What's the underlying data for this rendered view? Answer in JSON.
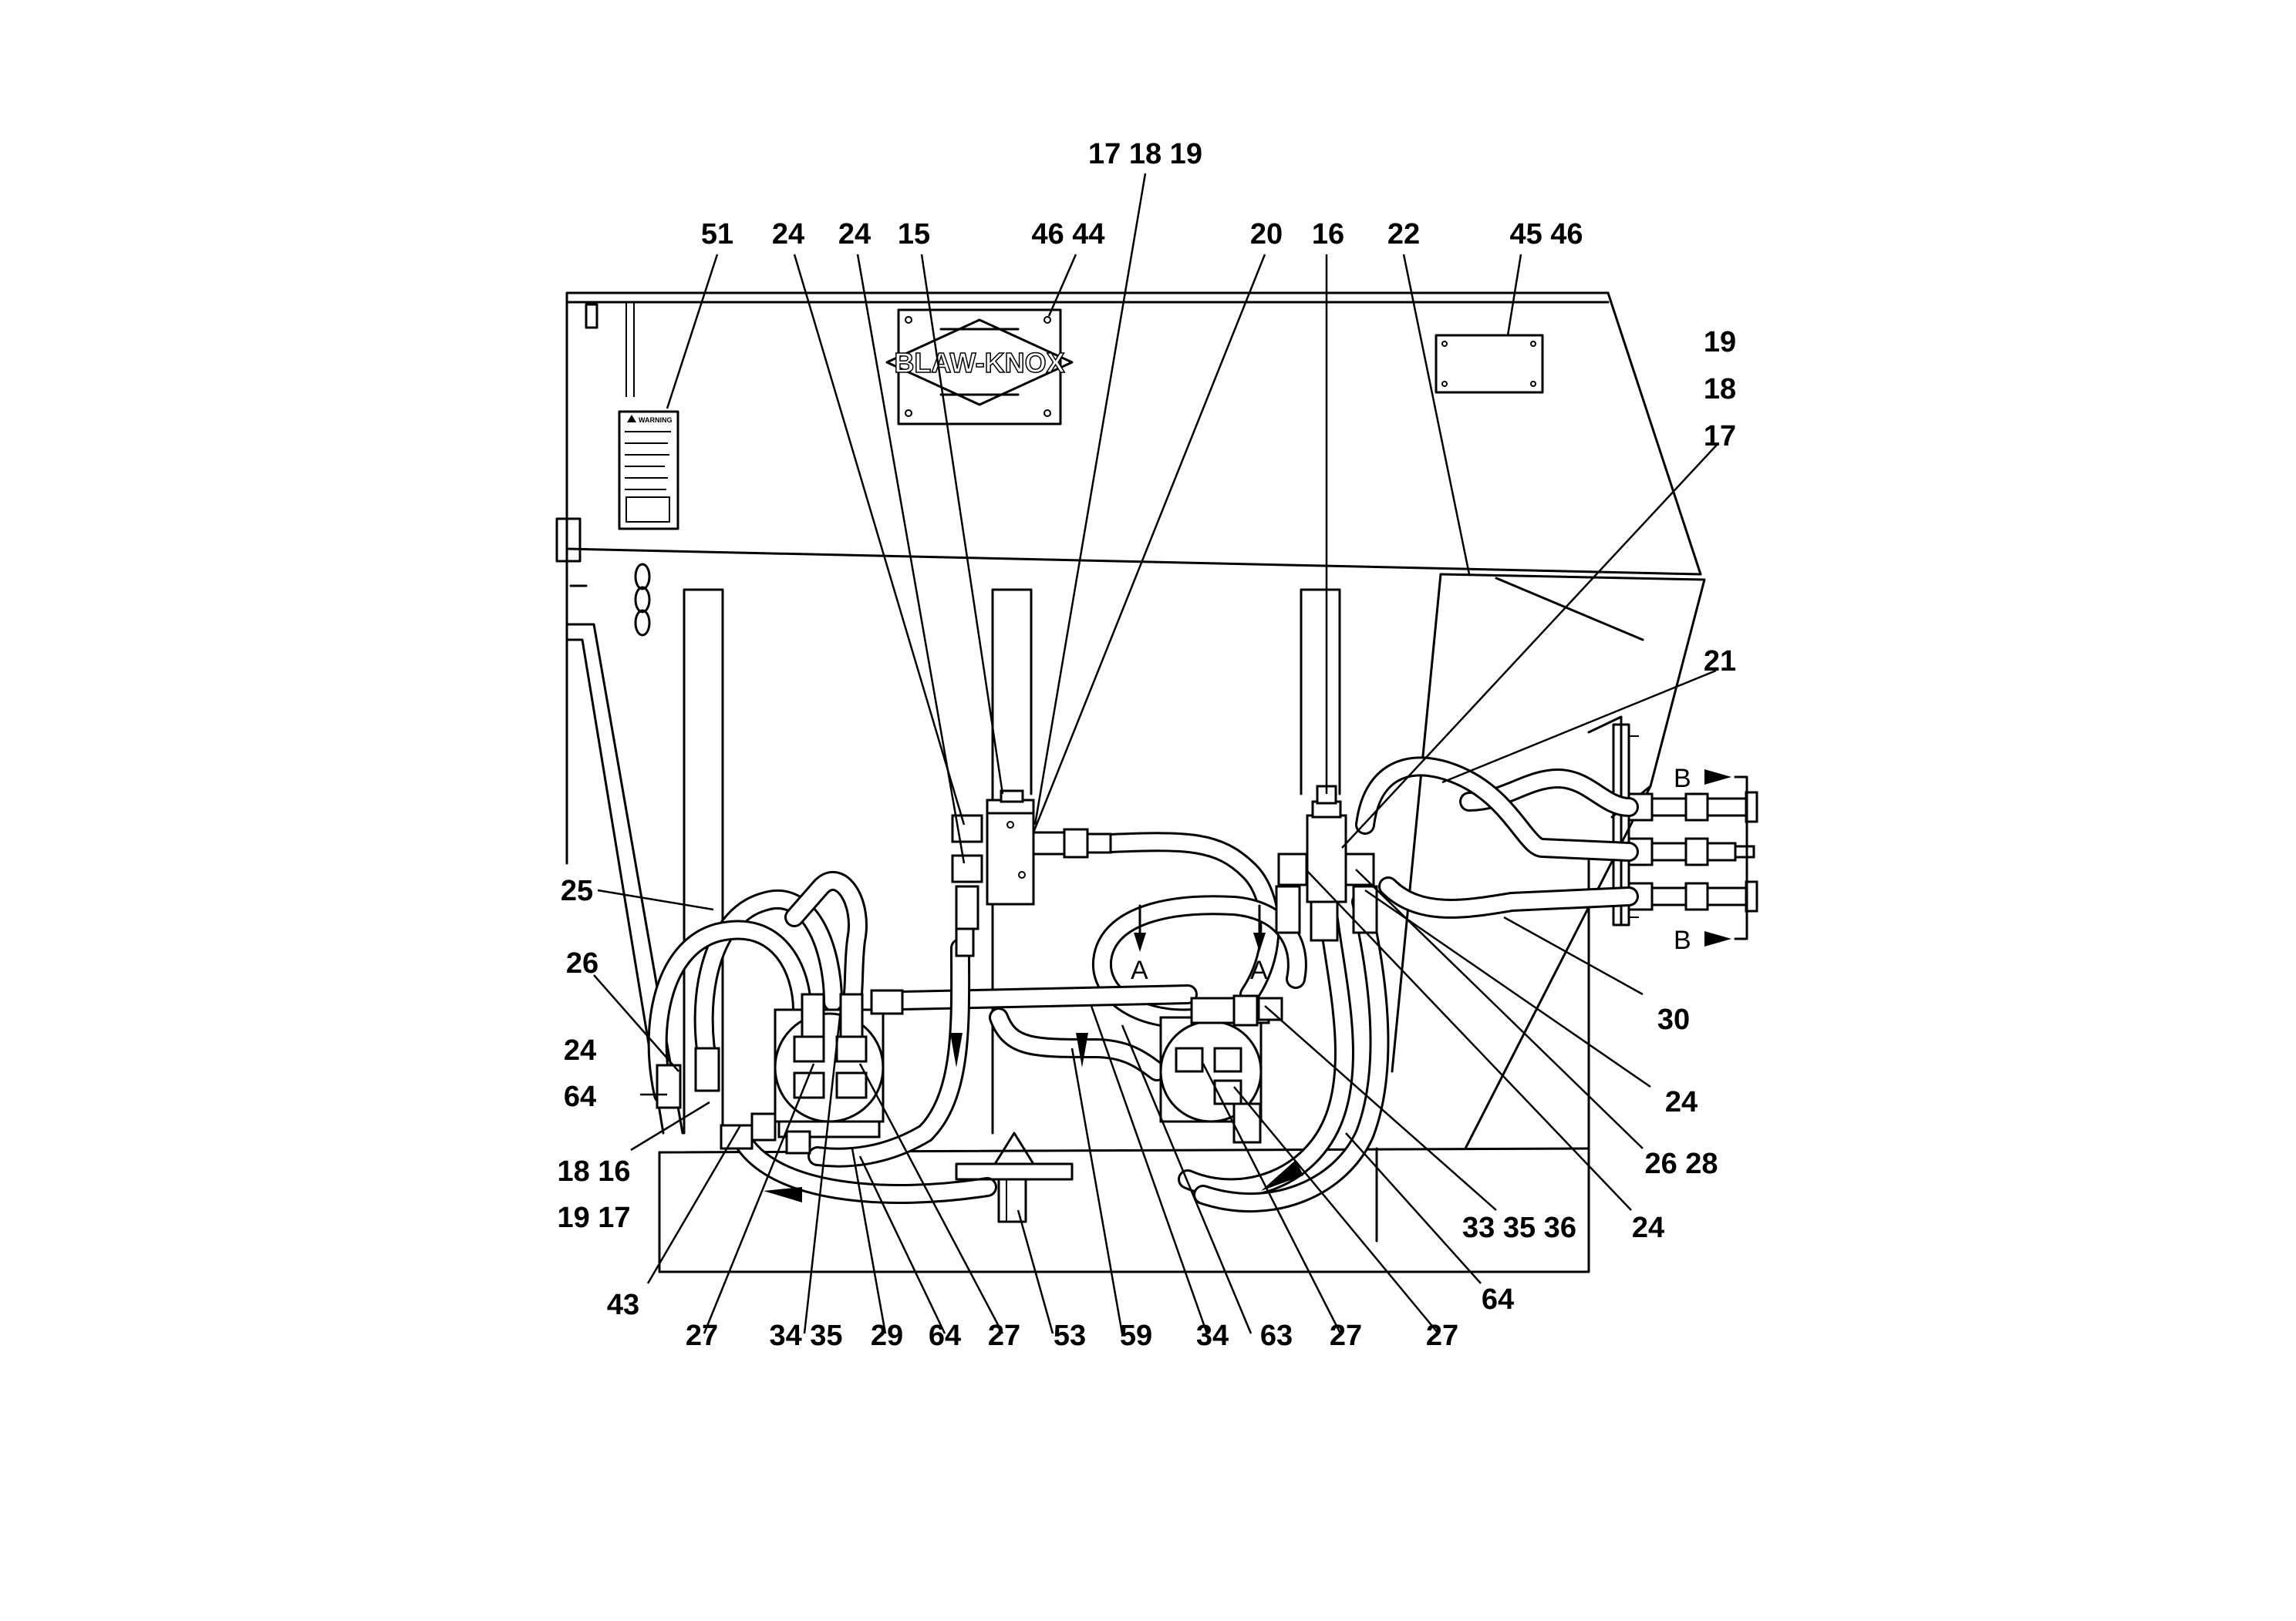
{
  "logo_text": "BLAW-KNOX",
  "warning_decal": {
    "heading": "WARNING"
  },
  "section_marks": {
    "a_left": "A",
    "a_right": "A",
    "b_top": "B",
    "b_bottom": "B"
  },
  "callouts": {
    "c_17_18_19_top": "17 18 19",
    "c_51": "51",
    "c_24_a": "24",
    "c_24_b": "24",
    "c_15": "15",
    "c_46_44": "46 44",
    "c_20": "20",
    "c_16_top": "16",
    "c_22": "22",
    "c_45_46": "45 46",
    "c_19_right": "19",
    "c_18_right": "18",
    "c_17_right": "17",
    "c_21": "21",
    "c_25": "25",
    "c_26_left": "26",
    "c_24_left": "24",
    "c_64_left": "64",
    "c_18_16": "18 16",
    "c_19_17": "19 17",
    "c_43": "43",
    "c_27_a": "27",
    "c_34_35": "34 35",
    "c_29": "29",
    "c_64_b": "64",
    "c_27_b": "27",
    "c_53": "53",
    "c_59": "59",
    "c_34_b": "34",
    "c_63": "63",
    "c_27_c": "27",
    "c_27_d": "27",
    "c_64_c": "64",
    "c_33_35_36": "33 35 36",
    "c_24_c": "24",
    "c_26_28": "26 28",
    "c_24_d": "24",
    "c_30": "30"
  }
}
